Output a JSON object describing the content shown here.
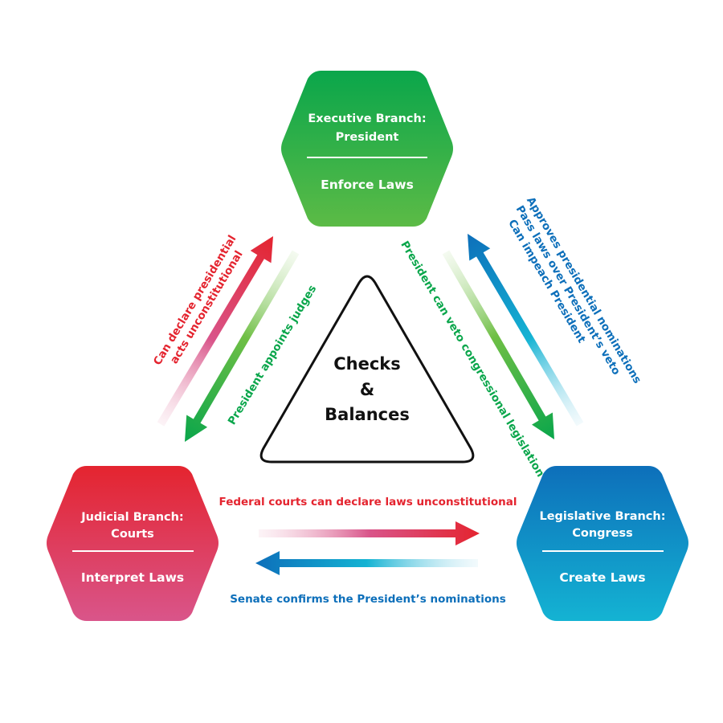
{
  "title": "Checks & Balances",
  "center": {
    "lines": [
      "Checks",
      "&",
      "Balances"
    ]
  },
  "branches": {
    "executive": {
      "title_lines": [
        "Executive Branch:",
        "President"
      ],
      "role": "Enforce Laws",
      "colors": {
        "top": "#0aa64b",
        "bottom": "#5cbb46"
      }
    },
    "judicial": {
      "title_lines": [
        "Judicial Branch:",
        "Courts"
      ],
      "role": "Interpret Laws",
      "colors": {
        "top": "#e4242f",
        "bottom": "#d9558a"
      }
    },
    "legislative": {
      "title_lines": [
        "Legislative Branch:",
        "Congress"
      ],
      "role": "Create Laws",
      "colors": {
        "top": "#0d6fba",
        "bottom": "#14b3d3"
      }
    }
  },
  "checks": {
    "judicial_to_executive": {
      "lines": [
        "Can declare presidential",
        "acts unconstitutional"
      ],
      "color": "#e4242f"
    },
    "executive_to_judicial": {
      "lines": [
        "President appoints judges"
      ],
      "color": "#0aa64b"
    },
    "executive_to_legislative": {
      "lines": [
        "President can veto congressional legislation"
      ],
      "color": "#0aa64b"
    },
    "legislative_to_executive": {
      "lines": [
        "Approves presidential nominations",
        "Pass laws over President’s veto",
        "Can impeach President"
      ],
      "color": "#0d6fba"
    },
    "judicial_to_legislative": {
      "lines": [
        "Federal courts can declare laws unconstitutional"
      ],
      "color": "#e4242f"
    },
    "legislative_to_judicial": {
      "lines": [
        "Senate confirms the President’s nominations"
      ],
      "color": "#0d6fba"
    }
  }
}
